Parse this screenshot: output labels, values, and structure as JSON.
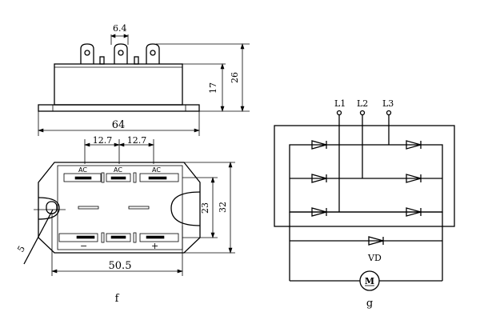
{
  "figure_f": {
    "caption": "f",
    "top_view": {
      "dim_pin_pitch": "6.4",
      "dim_body_height": "17",
      "dim_total_height": "26",
      "dim_width": "64"
    },
    "plan_view": {
      "dim_pitch_1": "12.7",
      "dim_pitch_2": "12.7",
      "dim_inner_height": "23",
      "dim_outer_height": "32",
      "dim_hole_spacing": "50.5",
      "terminal_ac_1": "AC",
      "terminal_ac_2": "AC",
      "terminal_ac_3": "AC",
      "terminal_minus": "−",
      "terminal_plus": "+",
      "hole_note": "5"
    }
  },
  "figure_g": {
    "caption": "g",
    "phase_1": "L1",
    "phase_2": "L2",
    "phase_3": "L3",
    "freewheel_diode": "VD",
    "motor": "M"
  }
}
